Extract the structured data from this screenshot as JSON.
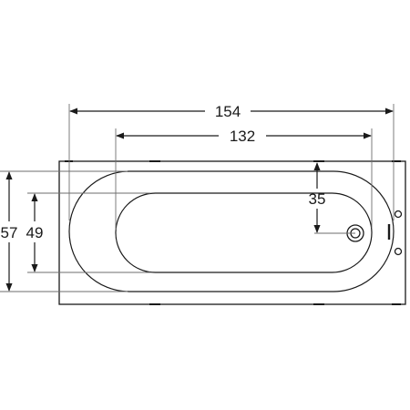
{
  "drawing": {
    "subject": "bathtub-plan-view",
    "colors": {
      "line": "#1a1a1a",
      "background": "#ffffff"
    }
  },
  "dimensions": {
    "overall_length": "154",
    "inner_length": "132",
    "drain_offset": "35",
    "overall_width": "57",
    "inner_width": "49"
  }
}
